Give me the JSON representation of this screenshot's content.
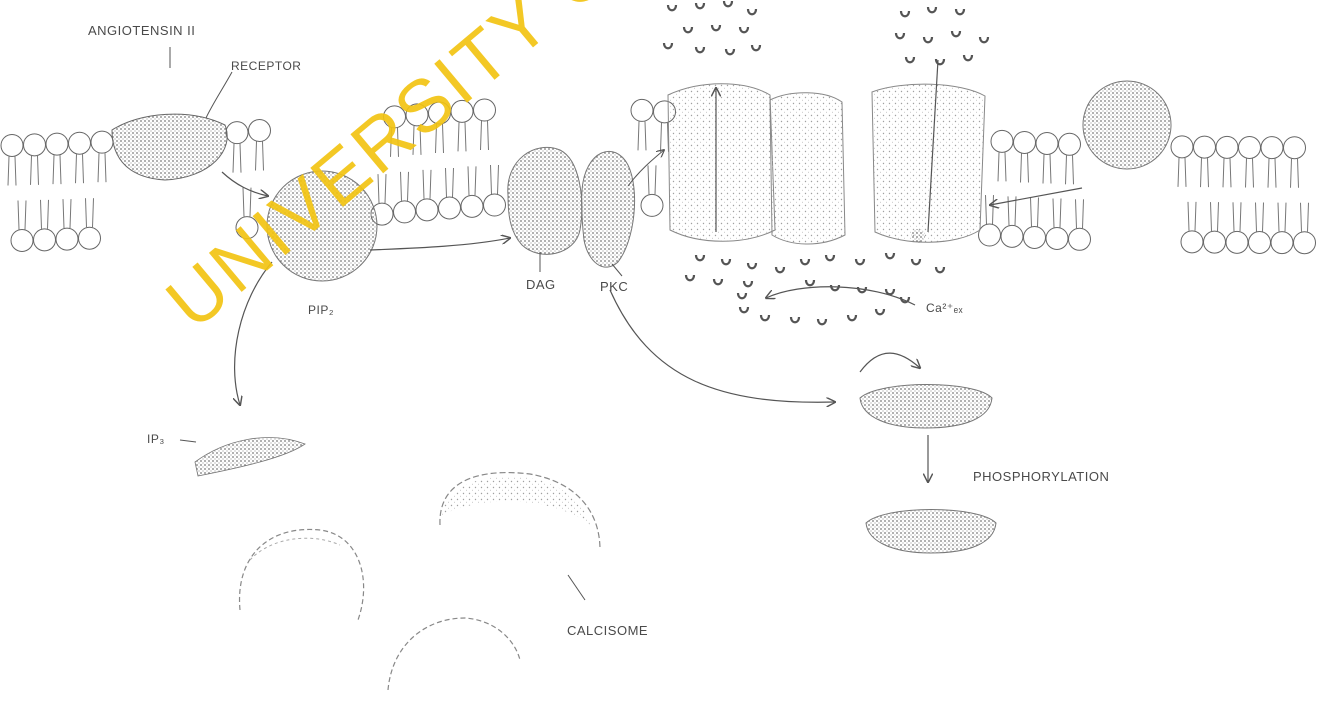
{
  "labels": {
    "angiotensin": "ANGIOTENSIN II",
    "receptor": "RECEPTOR",
    "pip2": "PIP₂",
    "dag": "DAG",
    "pkc": "PKC",
    "calcium": "Ca²⁺ₑₓ",
    "ip3": "IP₃",
    "phosphorylation": "PHOSPHORYLATION",
    "calcisome": "CALCISOME"
  },
  "watermark": "UNIVERSITY OF",
  "colors": {
    "ink": "#4a4a4a",
    "stipple": "#8a8a8a",
    "watermark": "#f2c413"
  }
}
